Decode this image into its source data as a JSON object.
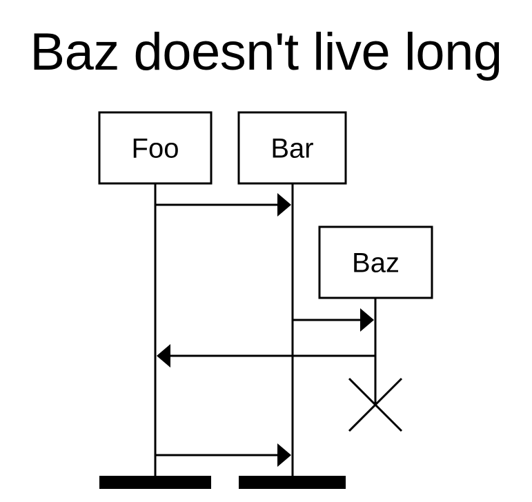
{
  "title": "Baz doesn't live long",
  "participants": [
    {
      "id": "foo",
      "label": "Foo",
      "destroyed": false
    },
    {
      "id": "bar",
      "label": "Bar",
      "destroyed": false
    },
    {
      "id": "baz",
      "label": "Baz",
      "destroyed": true
    }
  ],
  "messages": [
    {
      "from": "foo",
      "to": "bar",
      "label": ""
    },
    {
      "from": "bar",
      "to": "baz",
      "label": ""
    },
    {
      "from": "baz",
      "to": "foo",
      "label": ""
    },
    {
      "from": "foo",
      "to": "bar",
      "label": ""
    }
  ],
  "colors": {
    "line": "#000000",
    "box_fill": "#ffffff",
    "text": "#000000"
  }
}
